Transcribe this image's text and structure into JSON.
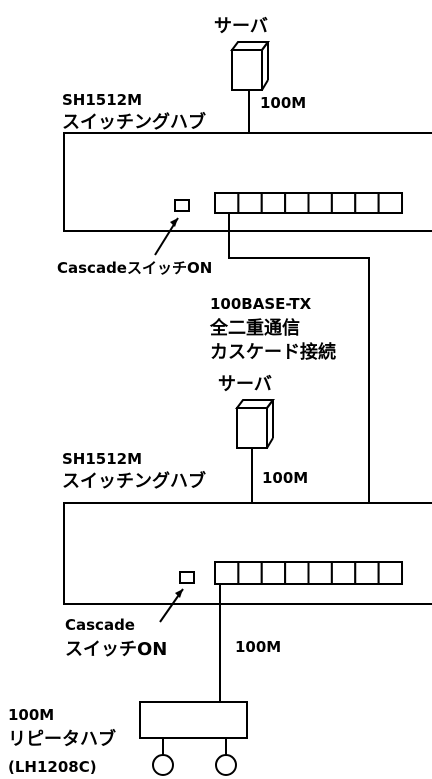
{
  "top_server_label": "サーバ",
  "top_switch_model": "SH1512M",
  "top_switch_type": "スイッチングハブ",
  "top_link_speed": "100M",
  "top_cascade_label": "CascadeスイッチON",
  "cascade_link_line1": "100BASE-TX",
  "cascade_link_line2": "全二重通信",
  "cascade_link_line3": "カスケード接続",
  "bottom_server_label": "サーバ",
  "bottom_switch_model": "SH1512M",
  "bottom_switch_type": "スイッチングハブ",
  "bottom_link_speed": "100M",
  "bottom_cascade_line1": "Cascade",
  "bottom_cascade_line2": "スイッチON",
  "repeater_link_speed": "100M",
  "repeater_speed": "100M",
  "repeater_type": "リピータハブ",
  "repeater_model": "(LH1208C)",
  "port_count": 8
}
